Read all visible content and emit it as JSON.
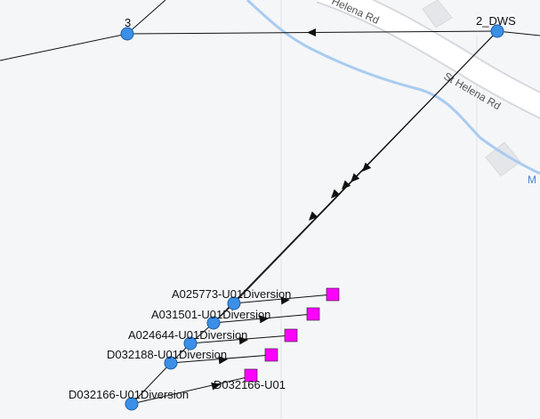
{
  "map": {
    "roads": [
      {
        "label": "Helena Rd"
      },
      {
        "label": "St Helena Rd"
      }
    ],
    "water_label": "M",
    "colors": {
      "background": "#f5f6f8",
      "road_fill": "#ffffff",
      "road_edge": "#d6d9de",
      "water": "#a9ccef",
      "building": "#e4e6e9",
      "node": "#3b8fe6",
      "node_outline": "#1c5fa8",
      "demand": "#ff00ff",
      "link": "#111111"
    }
  },
  "network": {
    "nodes": [
      {
        "id": "3",
        "label": "3"
      },
      {
        "id": "2_DWS",
        "label": "2_DWS"
      },
      {
        "id": "A025773-U01Diversion",
        "label": "A025773-U01Diversion"
      },
      {
        "id": "A031501-U01Diversion",
        "label": "A031501-U01Diversion"
      },
      {
        "id": "A024644-U01Diversion",
        "label": "A024644-U01Diversion"
      },
      {
        "id": "D032188-U01Diversion",
        "label": "D032188-U01Diversion"
      },
      {
        "id": "D032166-U01Diversion",
        "label": "D032166-U01Diversion"
      }
    ],
    "demand_nodes": [
      {
        "id": "A025773-U01",
        "label": ""
      },
      {
        "id": "A031501-U01",
        "label": ""
      },
      {
        "id": "A024644-U01",
        "label": ""
      },
      {
        "id": "D032188-U01",
        "label": ""
      },
      {
        "id": "D032166-U01",
        "label": "D032166-U01"
      }
    ]
  }
}
